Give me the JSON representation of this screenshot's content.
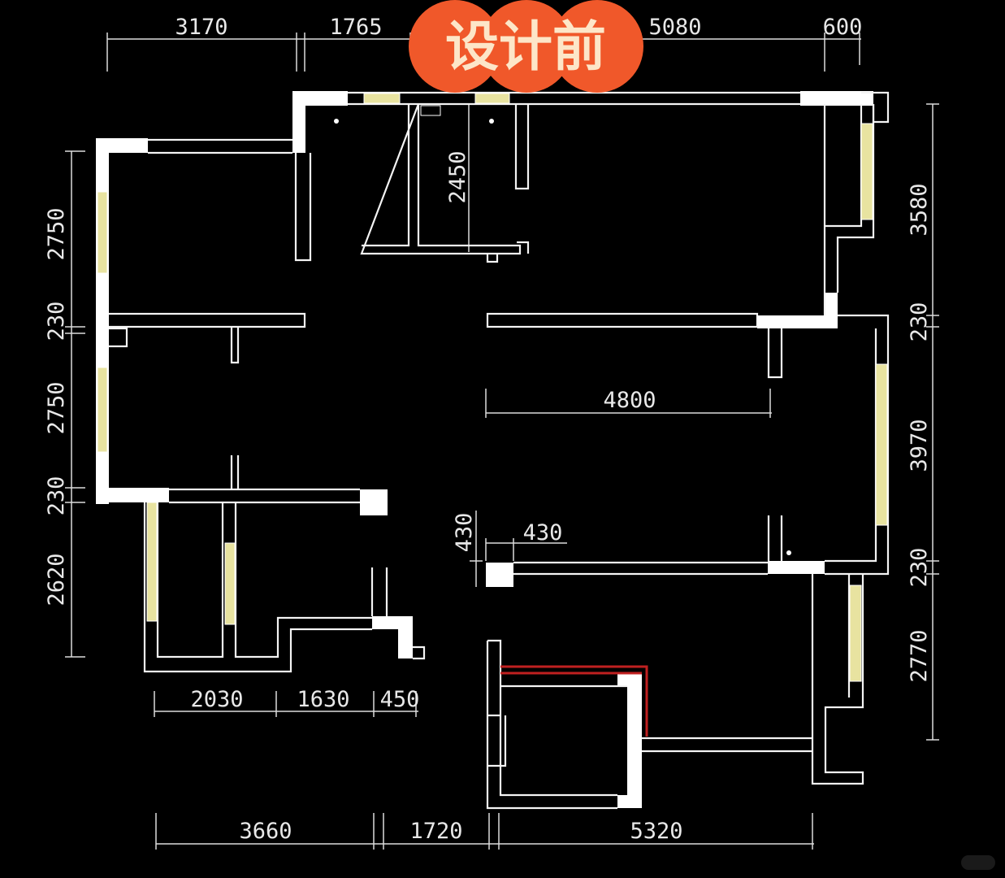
{
  "title_badge": {
    "text": "设计前",
    "color": "#f0582a"
  },
  "dimensions": {
    "top": [
      "3170",
      "1765",
      "5080",
      "600"
    ],
    "left": [
      "2750",
      "230",
      "2750",
      "230",
      "2620"
    ],
    "right": [
      "3580",
      "230",
      "3970",
      "230",
      "2770"
    ],
    "inner": {
      "corridor_height": "2450",
      "living_width": "4800",
      "step_vertical": "430",
      "step_horizontal": "430"
    },
    "bottom_upper": [
      "2030",
      "1630",
      "450"
    ],
    "bottom_lower": [
      "3660",
      "1720",
      "5320"
    ]
  }
}
